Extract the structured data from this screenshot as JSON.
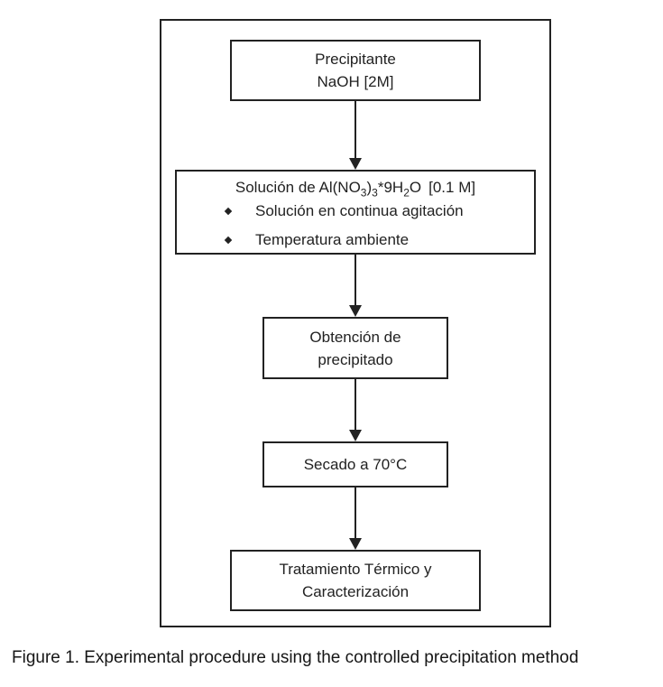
{
  "figure": {
    "caption": "Figure 1. Experimental procedure using the controlled precipitation method",
    "boxes": {
      "precipitant": {
        "line1": "Precipitante",
        "line2": "NaOH [2M]"
      },
      "solution": {
        "title": {
          "p1": "Solución de Al(NO",
          "s1": "3",
          "p2": ")",
          "s2": "3",
          "p3": "*9H",
          "s3": "2",
          "p4": "O",
          "p5": "[0.1 M]"
        },
        "bullets": [
          "Solución en continua agitación",
          "Temperatura ambiente"
        ]
      },
      "precipitate": {
        "line1": "Obtención de",
        "line2": "precipitado"
      },
      "drying": {
        "label": "Secado a 70°C"
      },
      "treatment": {
        "line1": "Tratamiento Térmico y",
        "line2": "Caracterización"
      }
    }
  }
}
